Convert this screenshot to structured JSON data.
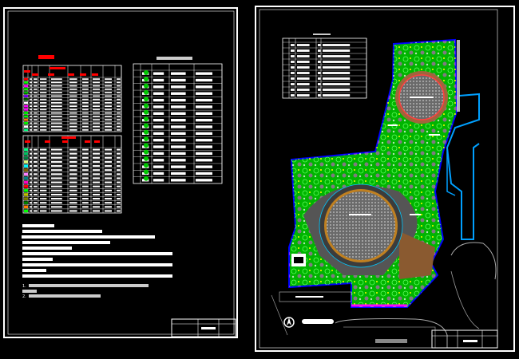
{
  "notes": {
    "n1": "1.",
    "n2": "2."
  },
  "tables": {
    "table1_rows": 16,
    "table2_rows": 16,
    "legend_rows": 17
  },
  "colors": {
    "background": "#000000",
    "line": "#ffffff",
    "header_red": "#ff0000",
    "plant_green": "#00c800",
    "plaza_grey": "#8c8c8c",
    "water_blue": "#00a0ff",
    "path_brown": "#a0643c",
    "swatches": [
      "#ff0000",
      "#00ff00",
      "#ff00ff",
      "#00ff00",
      "#00c000",
      "#8000ff",
      "#006400",
      "#ffffff",
      "#ff00ff",
      "#ff00ff",
      "#00ff00",
      "#00ff00",
      "#ff8000",
      "#00ff00",
      "#ffffff",
      "#00ff80"
    ],
    "swatches2": [
      "#00ff80",
      "#00c060",
      "#008040",
      "#e0ff80",
      "#00ffff",
      "#806000",
      "#ff80ff",
      "#008080",
      "#ff00c0",
      "#ff0000",
      "#00ff00",
      "#c0c000",
      "#808000",
      "#008000",
      "#ff8000",
      "#00ff00"
    ]
  }
}
